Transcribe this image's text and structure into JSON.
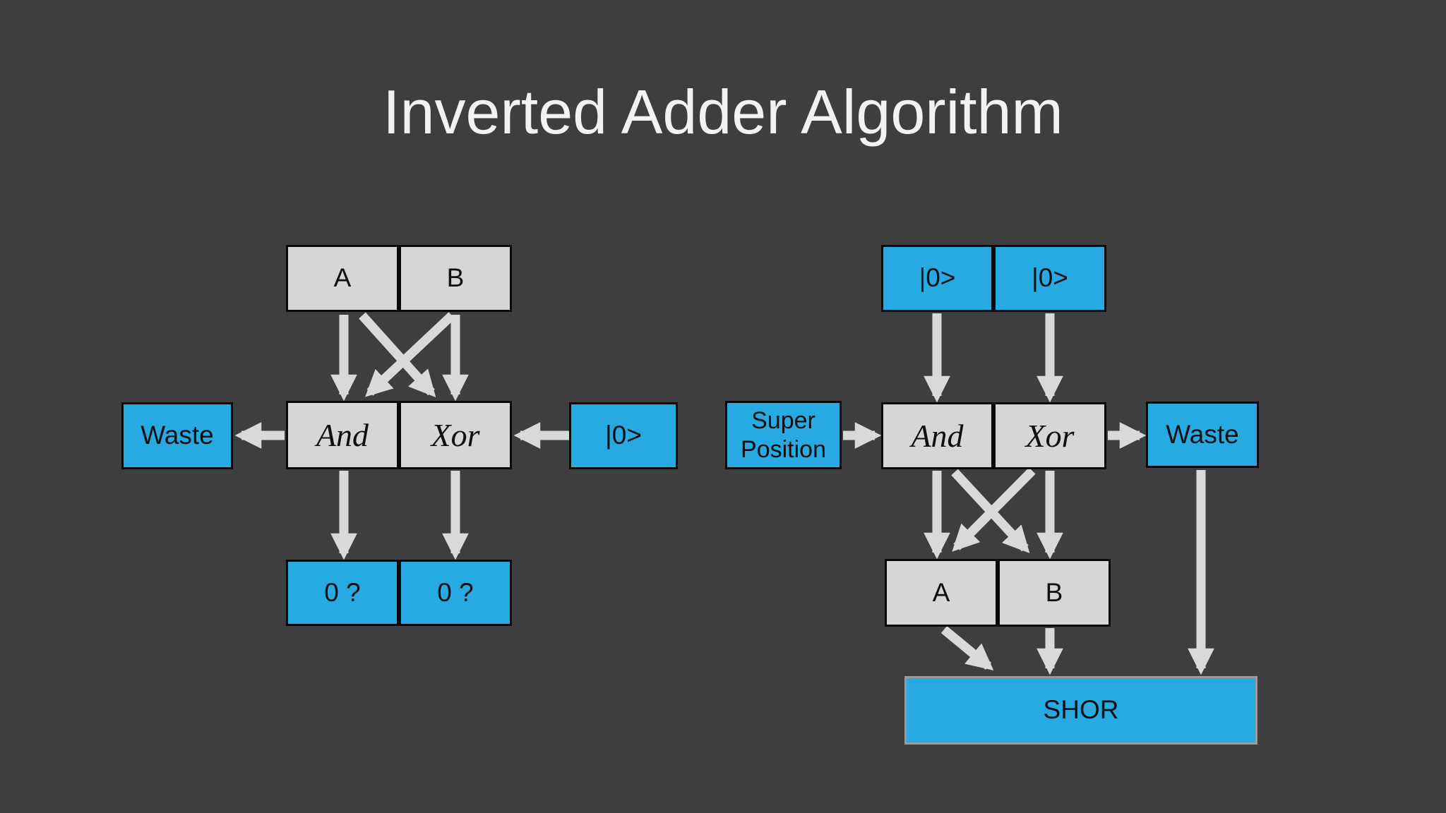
{
  "slide": {
    "title": "Inverted Adder Algorithm"
  },
  "colors": {
    "background": "#3e3e40",
    "title_text": "#f2f2f2",
    "box_gray": "#d6d6d6",
    "box_blue": "#27a9e1",
    "box_text": "#101010",
    "border": "#0a0a0a",
    "shor_border": "#9a9a9a",
    "arrow": "#d9d9d9"
  },
  "left_diagram": {
    "inputs": [
      {
        "label": "A"
      },
      {
        "label": "B"
      }
    ],
    "gates": [
      {
        "label": "And"
      },
      {
        "label": "Xor"
      }
    ],
    "waste": {
      "label": "Waste"
    },
    "ancilla": {
      "label": "|0>"
    },
    "outputs": [
      {
        "label": "0 ?"
      },
      {
        "label": "0 ?"
      }
    ],
    "connections": [
      {
        "from": "A",
        "to": "And"
      },
      {
        "from": "A",
        "to": "Xor"
      },
      {
        "from": "B",
        "to": "And"
      },
      {
        "from": "B",
        "to": "Xor"
      },
      {
        "from": "And",
        "to": "Waste"
      },
      {
        "from": "|0>",
        "to": "Xor"
      },
      {
        "from": "And",
        "to": "0 ?"
      },
      {
        "from": "Xor",
        "to": "0 ?"
      }
    ]
  },
  "right_diagram": {
    "inputs": [
      {
        "label": "|0>"
      },
      {
        "label": "|0>"
      }
    ],
    "super_position": {
      "label": "Super Position"
    },
    "gates": [
      {
        "label": "And"
      },
      {
        "label": "Xor"
      }
    ],
    "waste": {
      "label": "Waste"
    },
    "outputs": [
      {
        "label": "A"
      },
      {
        "label": "B"
      }
    ],
    "shor": {
      "label": "SHOR"
    },
    "connections": [
      {
        "from": "|0> (left)",
        "to": "And"
      },
      {
        "from": "|0> (right)",
        "to": "Xor"
      },
      {
        "from": "Super Position",
        "to": "And"
      },
      {
        "from": "Xor",
        "to": "Waste"
      },
      {
        "from": "And",
        "to": "A"
      },
      {
        "from": "And",
        "to": "B"
      },
      {
        "from": "Xor",
        "to": "A"
      },
      {
        "from": "Xor",
        "to": "B"
      },
      {
        "from": "A",
        "to": "SHOR"
      },
      {
        "from": "B",
        "to": "SHOR"
      },
      {
        "from": "Waste",
        "to": "SHOR"
      }
    ]
  }
}
